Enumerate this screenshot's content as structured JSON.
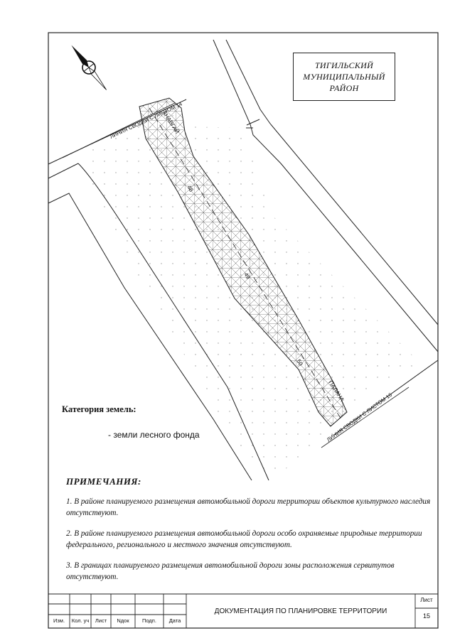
{
  "map": {
    "district": [
      "ТИГИЛЬСКИЙ",
      "МУНИЦИПАЛЬНЫЙ",
      "РАЙОН"
    ],
    "join_line_top": "ЛИНИЯ СВОДКИ С ЛИСТОМ 14",
    "join_line_bottom": "ЛИНИЯ СВОДКИ С ЛИСТОМ 16",
    "river_labels": [
      "АНАВГАЙ",
      "ПАЛАНА"
    ],
    "chainage_marks": [
      "48",
      "49",
      "50"
    ],
    "north_arrow_icon": "north-arrow-icon",
    "colors": {
      "line": "#222222",
      "grid": "#6a6a6a",
      "dots": "#9a9a9a"
    }
  },
  "legend": {
    "title": "Категория земель:",
    "item": "- земли лесного фонда"
  },
  "notes": {
    "title": "ПРИМЕЧАНИЯ:",
    "items": [
      "1. В районе планируемого размещения автомобильной дороги территории объектов культурного наследия отсутствуют.",
      "2. В районе планируемого размещения автомобильной дороги особо охраняемые природные территории федерального, регионального и местного значения отсутствуют.",
      "3. В границах  планируемого размещения автомобильной дороги зоны расположения сервитутов отсутствуют."
    ]
  },
  "stamp": {
    "title": "ДОКУМЕНТАЦИЯ ПО ПЛАНИРОВКЕ ТЕРРИТОРИИ",
    "columns": [
      "Изм.",
      "Кол. уч",
      "Лист",
      "Nдок",
      "Подп.",
      "Дата"
    ],
    "sheet_label": "Лист",
    "sheet_number": "15"
  }
}
